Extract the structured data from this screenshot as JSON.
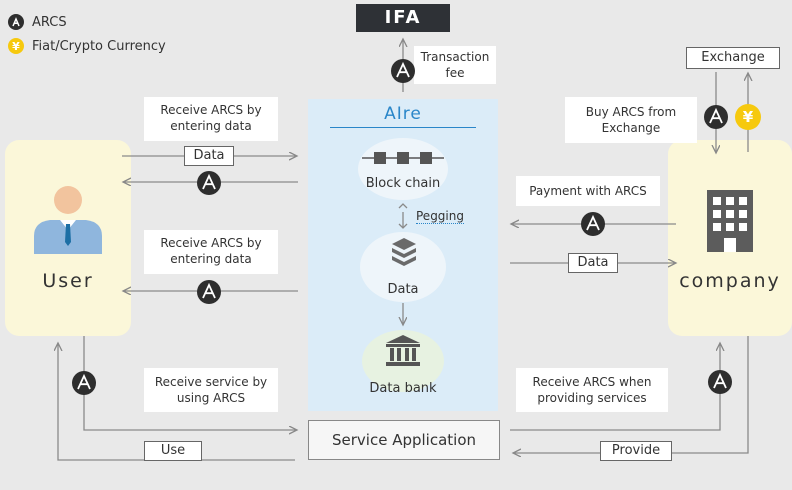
{
  "legend": {
    "arcs_label": "ARCS",
    "fiat_label": "Fiat/Crypto Currency",
    "fiat_symbol": "¥"
  },
  "ifa": {
    "label": "IFA",
    "fee_label": "Transaction fee"
  },
  "center": {
    "title": "AIre",
    "blockchain": "Block chain",
    "pegging": "Pegging",
    "data": "Data",
    "databank": "Data bank"
  },
  "user": {
    "title": "User"
  },
  "company": {
    "title": "company"
  },
  "exchange": {
    "label": "Exchange",
    "buy_label": "Buy ARCS from Exchange"
  },
  "flows": {
    "receive_arcs_1": "Receive ARCS by entering data",
    "data_box_1": "Data",
    "receive_arcs_2": "Receive ARCS by entering data",
    "payment": "Payment with ARCS",
    "data_box_2": "Data",
    "receive_service": "Receive service by using ARCS",
    "receive_providing": "Receive ARCS when providing services",
    "use": "Use",
    "provide": "Provide"
  },
  "service_app": {
    "label": "Service Application"
  },
  "colors": {
    "background": "#e9e9e9",
    "center_panel": "#dbecf8",
    "side_panel": "#fbf7d9",
    "arcs_coin": "#2e2e2e",
    "fiat_coin": "#f6c90e",
    "ifa_box": "#2e3136",
    "accent_blue": "#2a86c9"
  }
}
